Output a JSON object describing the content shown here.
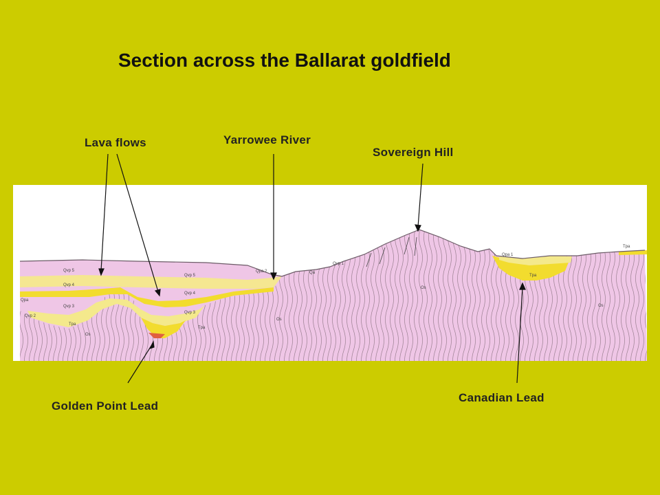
{
  "title": "Section across the Ballarat goldfield",
  "colors": {
    "background": "#cccc00",
    "bedrock": "#efc6e6",
    "lava": "#f4e98c",
    "gravel": "#f2dc2e",
    "sky": "#ffffff",
    "lead": "#e06040"
  },
  "labels": {
    "lava_flows": "Lava flows",
    "yarrowee_river": "Yarrowee River",
    "sovereign_hill": "Sovereign Hill",
    "golden_point_lead": "Golden Point Lead",
    "canadian_lead": "Canadian Lead"
  },
  "unit_codes": {
    "qvp5_left": "Qvp 5",
    "qvp4_left": "Qvp 4",
    "qvp3_left": "Qvp 3",
    "qvp2_left": "Qvp 2",
    "qvp5_mid": "Qvp 5",
    "qvp4_mid": "Qvp 4",
    "qvp3_mid": "Qvp 3",
    "qpa2": "Qpa 2",
    "qpa_left": "Qpa",
    "qa": "Qa",
    "qvp1": "Qvp 1",
    "qpa1": "Qpa 1",
    "tpa_right": "Tpa",
    "tpa_canadian": "Tpa",
    "tpa_golden": "Tpa",
    "tpa_left": "Tpa",
    "os_left": "Os",
    "os_mid": "Os",
    "os_centre": "Os",
    "os_right": "Os"
  }
}
